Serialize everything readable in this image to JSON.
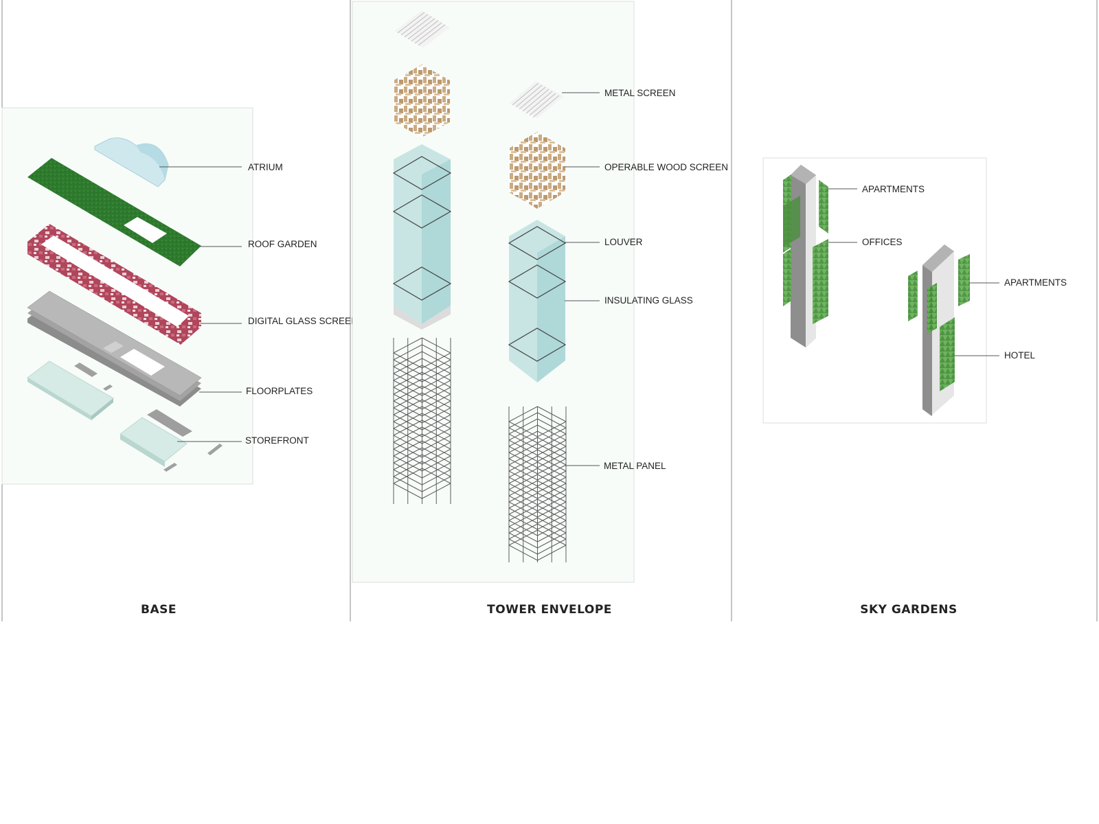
{
  "panels": {
    "base": {
      "title": "BASE",
      "labels": {
        "atrium": "ATRIUM",
        "roof_garden": "ROOF GARDEN",
        "digital_glass_screen": "DIGITAL GLASS SCREEN",
        "floorplates": "FLOORPLATES",
        "storefront": "STOREFRONT"
      }
    },
    "tower_envelope": {
      "title": "TOWER ENVELOPE",
      "labels": {
        "metal_screen": "METAL SCREEN",
        "operable_wood_screen": "OPERABLE WOOD SCREEN",
        "louver": "LOUVER",
        "insulating_glass": "INSULATING GLASS",
        "metal_panel": "METAL PANEL"
      }
    },
    "sky_gardens": {
      "title": "SKY GARDENS",
      "labels": {
        "apartments_left": "APARTMENTS",
        "offices": "OFFICES",
        "apartments_right": "APARTMENTS",
        "hotel": "HOTEL"
      }
    }
  },
  "colors": {
    "roof_garden": "#2f7a2f",
    "digital_glass": "#b0384e",
    "glass": "#bfe0e0",
    "wood": "#c9a77c",
    "floorplate": "#9a9a9a",
    "sky_garden": "#5aa64a",
    "tower_core": "#8e8e8e"
  }
}
